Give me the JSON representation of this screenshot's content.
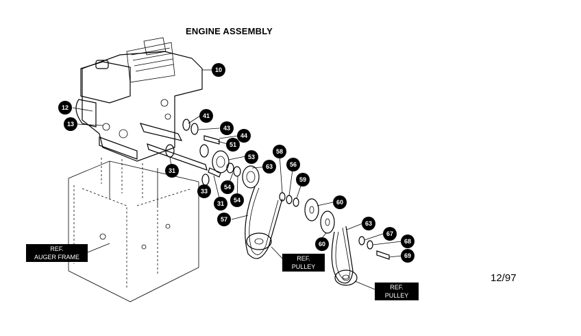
{
  "title": "ENGINE ASSEMBLY",
  "date_code": "12/97",
  "callouts": [
    "10",
    "12",
    "13",
    "41",
    "43",
    "44",
    "51",
    "53",
    "58",
    "56",
    "63",
    "59",
    "31",
    "33",
    "54",
    "31",
    "54",
    "57",
    "60",
    "60",
    "63",
    "67",
    "68",
    "69"
  ],
  "ref_labels": {
    "auger_frame": [
      "REF.",
      "AUGER FRAME"
    ],
    "pulley_1": [
      "REF.",
      "PULLEY"
    ],
    "pulley_2": [
      "REF.",
      "PULLEY"
    ]
  }
}
